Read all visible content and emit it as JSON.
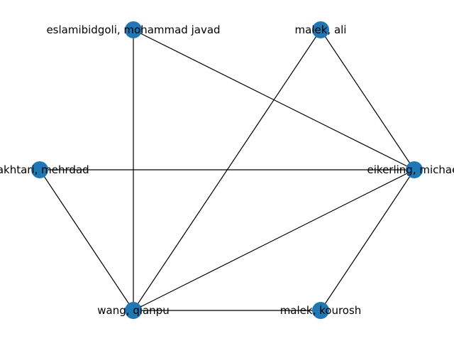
{
  "graph": {
    "node_color": "#1f77b4",
    "edge_color": "#000000",
    "nodes": [
      {
        "id": "eslamibidgoli",
        "label": "eslamibidgoli, mohammad javad"
      },
      {
        "id": "malek_ali",
        "label": "malek, ali"
      },
      {
        "id": "bakhtari",
        "label": "bakhtari, mehrdad"
      },
      {
        "id": "eikerling",
        "label": "eikerling, michael"
      },
      {
        "id": "wang",
        "label": "wang, qianpu"
      },
      {
        "id": "malek_kourosh",
        "label": "malek, kourosh"
      }
    ],
    "edges": [
      [
        "eslamibidgoli",
        "wang"
      ],
      [
        "eslamibidgoli",
        "eikerling"
      ],
      [
        "malek_ali",
        "wang"
      ],
      [
        "malek_ali",
        "eikerling"
      ],
      [
        "bakhtari",
        "eikerling"
      ],
      [
        "bakhtari",
        "wang"
      ],
      [
        "wang",
        "eikerling"
      ],
      [
        "wang",
        "malek_kourosh"
      ],
      [
        "eikerling",
        "malek_kourosh"
      ]
    ]
  }
}
